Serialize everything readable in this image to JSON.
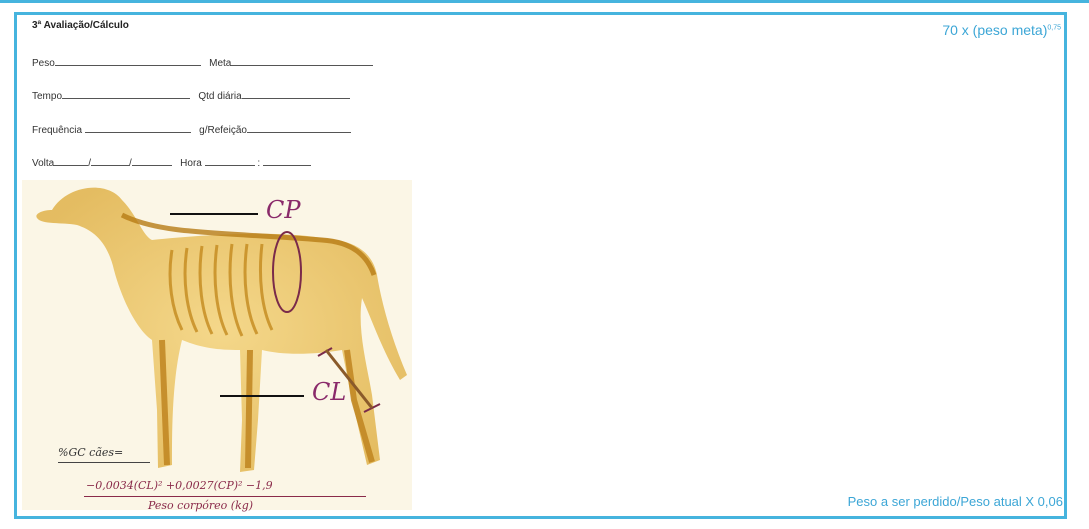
{
  "title": "3ª Avaliação/Cálculo",
  "fields": {
    "peso": "Peso",
    "meta": "Meta",
    "tempo": "Tempo",
    "qtd_diaria": "Qtd diária",
    "frequencia": "Frequência",
    "g_refeicao": "g/Refeição",
    "volta": "Volta",
    "volta_sep": "/",
    "hora": "Hora",
    "hora_sep": ":"
  },
  "formula_top": {
    "text": "70 x (peso meta)",
    "exp": "0,75"
  },
  "formula_bottom": "Peso a ser perdido/Peso atual X 0,06",
  "figure": {
    "label_cp": "CP",
    "label_cl": "CL",
    "gc_label": "%GC cães=",
    "equation_numerator": "−0,0034(CL)² +0,0027(CP)² −1,9",
    "equation_denominator": "Peso corpóreo (kg)"
  }
}
